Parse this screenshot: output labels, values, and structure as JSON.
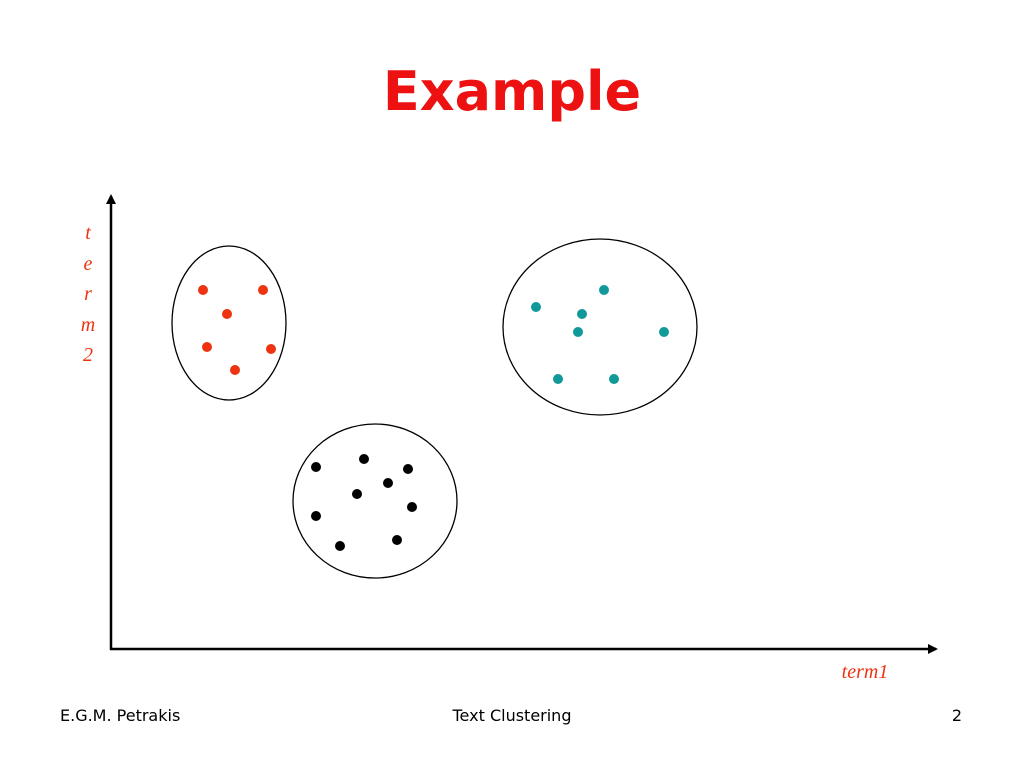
{
  "title": "Example",
  "y_axis_label": "term2",
  "x_axis_label": "term1",
  "footer": {
    "author": "E.G.M. Petrakis",
    "topic": "Text Clustering",
    "page_number": "2"
  },
  "colors": {
    "title": "#ee1111",
    "axis_label": "#ee3311",
    "axis": "#000000",
    "cluster_outline": "#000000"
  },
  "clusters": [
    {
      "name": "red-cluster",
      "color": "#ee3311"
    },
    {
      "name": "black-cluster",
      "color": "#000000"
    },
    {
      "name": "teal-cluster",
      "color": "#119999"
    }
  ]
}
